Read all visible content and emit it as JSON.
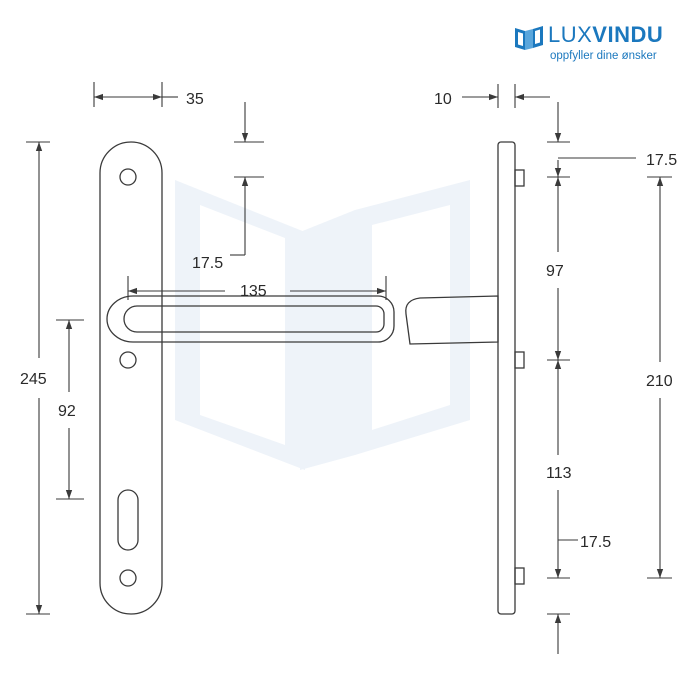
{
  "brand": {
    "name_light": "LUX",
    "name_bold": "VINDU",
    "slogan": "oppfyller dine ønsker",
    "color": "#1b78be",
    "icon": "luxvindu-window-logo-icon"
  },
  "dimensions": {
    "backplate_width": "35",
    "plate_depth": "10",
    "top_hole_offset": "17.5",
    "lever_length": "135",
    "right_top_offset": "17.5",
    "top_to_mid_spacing": "97",
    "mid_to_bottom_spacing": "113",
    "bottom_offset": "17.5",
    "total_height": "245",
    "lever_to_cylinder": "92",
    "fixing_centers": "210"
  },
  "colors": {
    "line": "#3a3a3a",
    "watermark": "#eef3f9"
  }
}
